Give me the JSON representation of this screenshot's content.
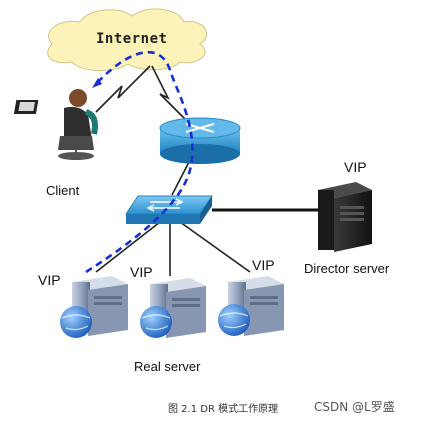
{
  "internet": {
    "label": "Internet"
  },
  "client": {
    "label": "Client"
  },
  "director": {
    "label": "Director server",
    "vip": "VIP"
  },
  "real_servers": {
    "label": "Real server",
    "vips": [
      "VIP",
      "VIP",
      "VIP"
    ]
  },
  "caption": "图 2.1   DR 模式工作原理",
  "watermark": "CSDN @L罗盛",
  "colors": {
    "cloud": "#fdf3b8",
    "router": "#3aa0dc",
    "switch": "#41a6e0",
    "flow_line": "#1430d6",
    "server_body": "#9fb0c8",
    "globe": "#2a74d0"
  }
}
